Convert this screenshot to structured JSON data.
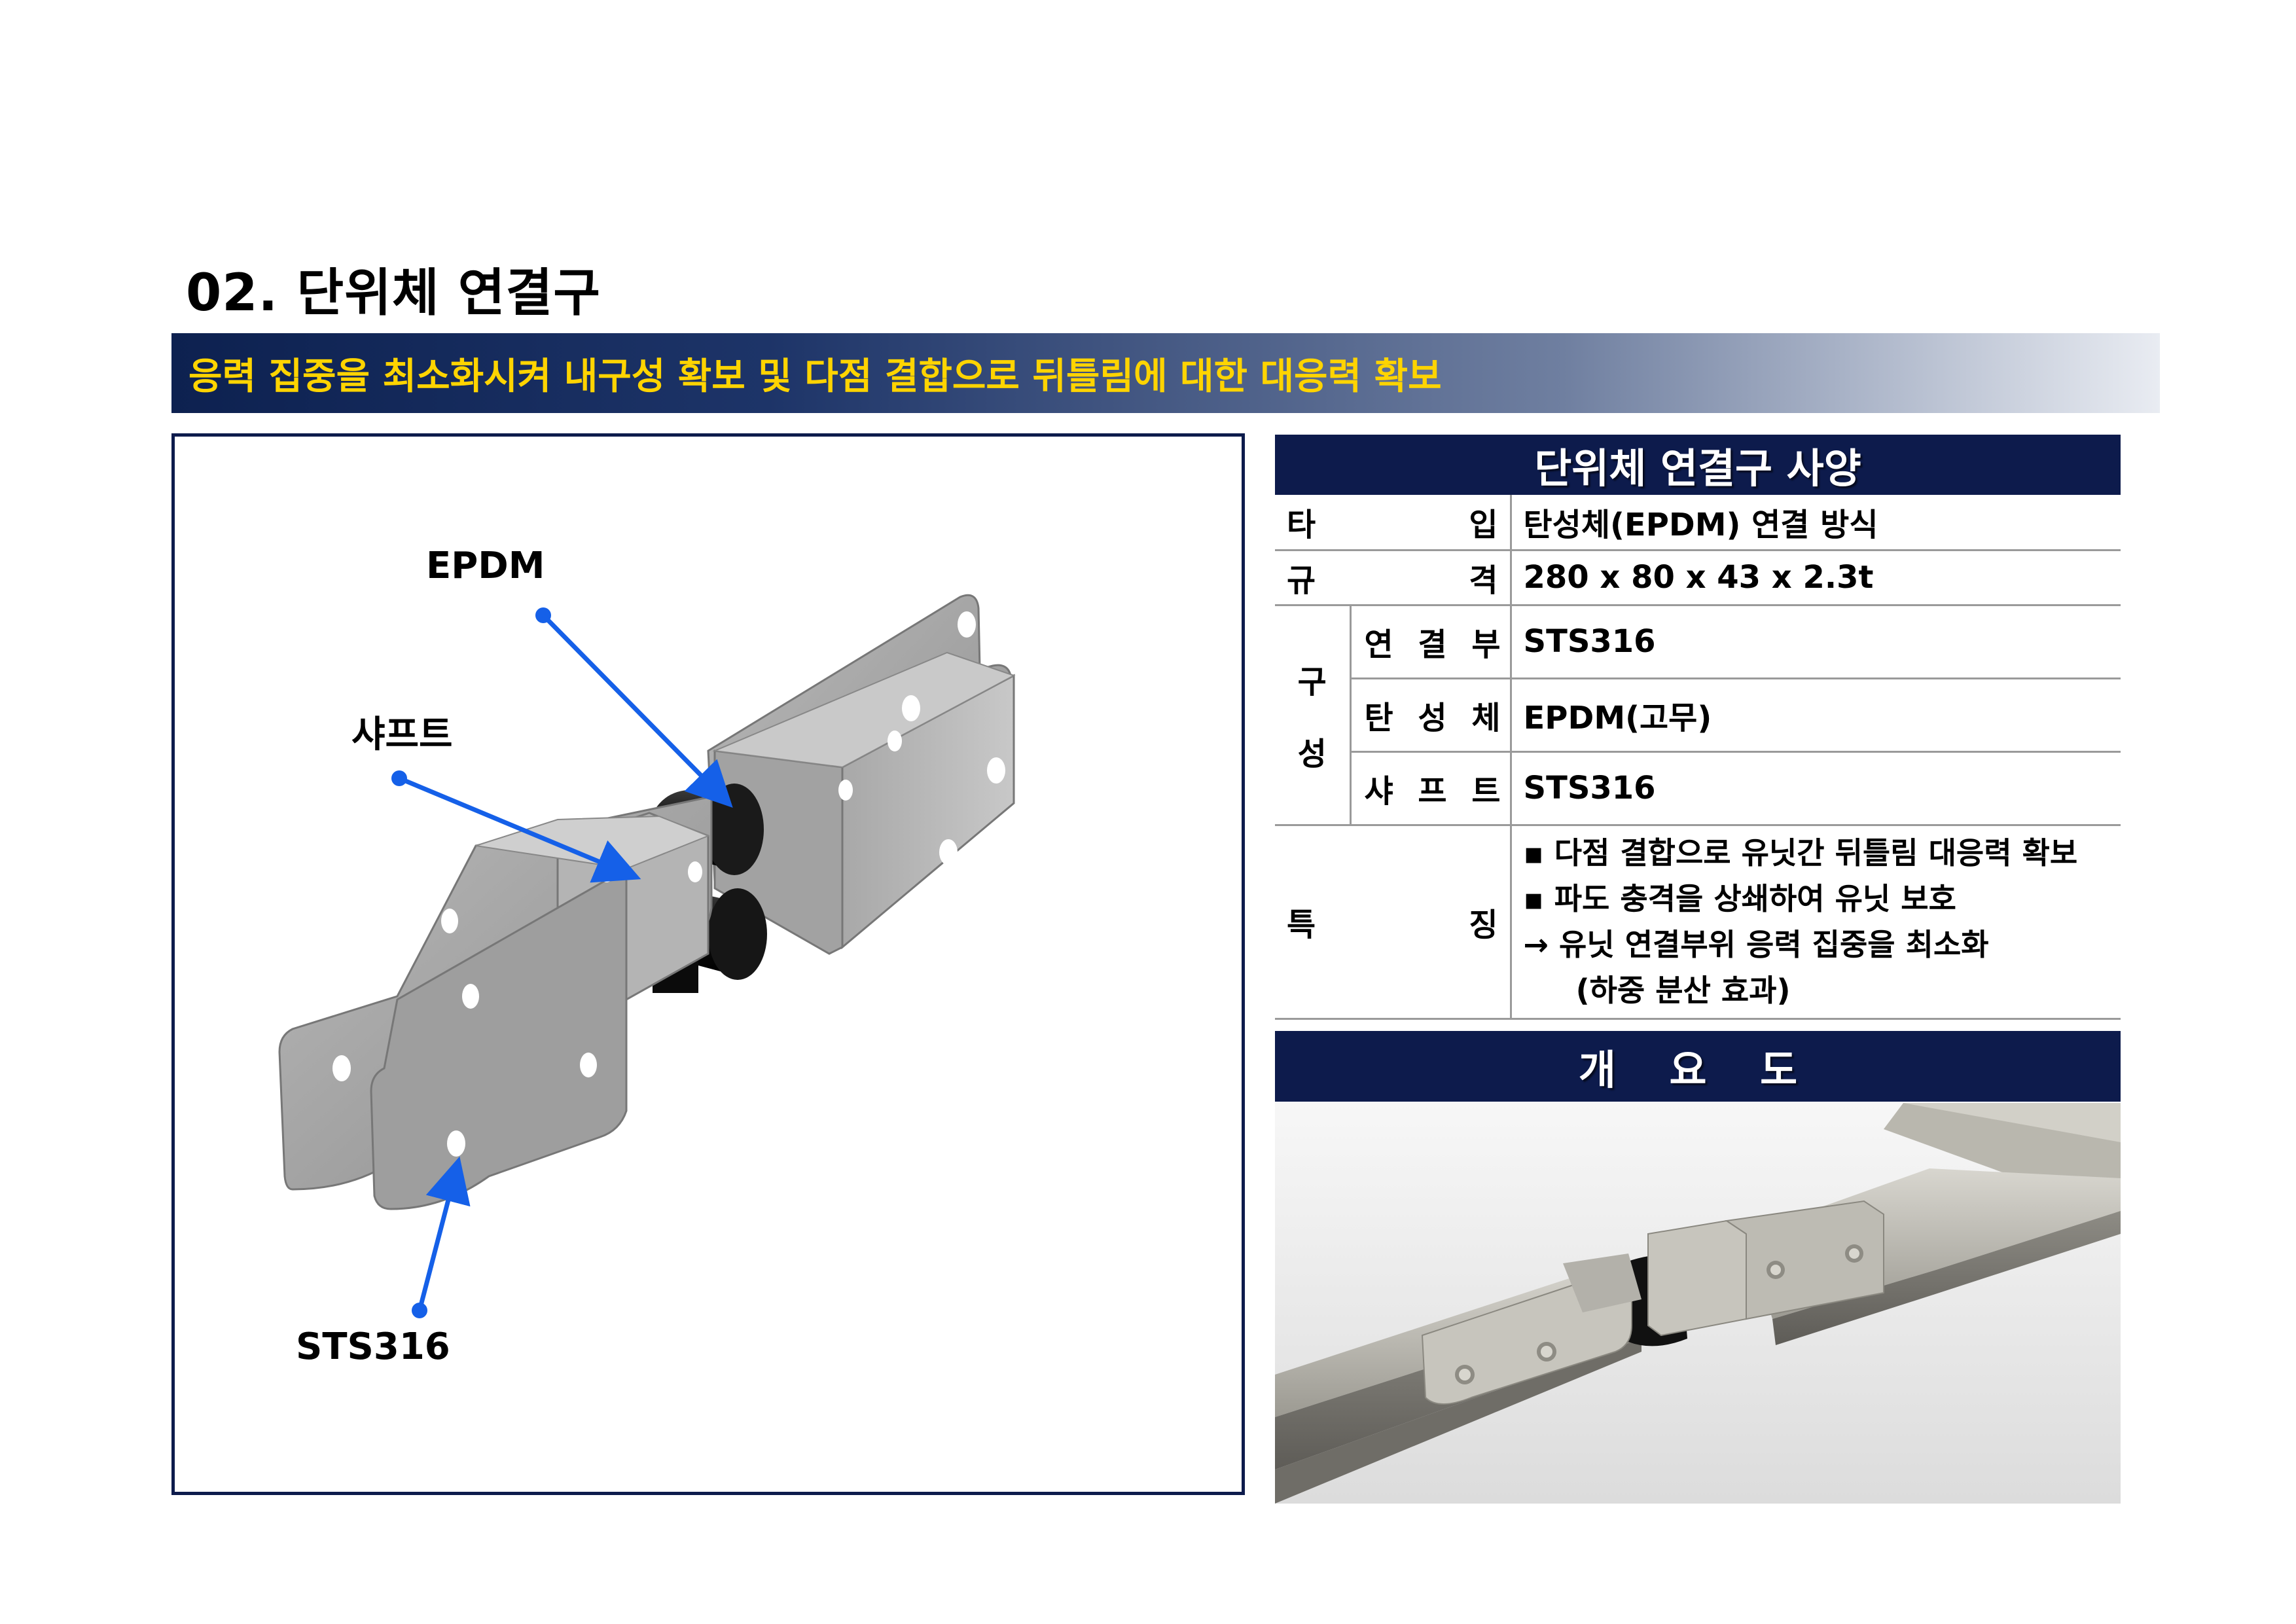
{
  "header": {
    "title": "02. 단위체 연결구",
    "subtitle": "응력 집중을 최소화시켜 내구성 확보 및 다점 결합으로 뒤틀림에 대한 대응력 확보"
  },
  "product_figure": {
    "callouts": {
      "epdm": "EPDM",
      "shaft": "샤프트",
      "sts": "STS316"
    },
    "arrow_color": "#1560e8"
  },
  "spec": {
    "header": "단위체 연결구 사양",
    "type_label": [
      "타",
      "입"
    ],
    "type_value": "탄성체(EPDM) 연결 방식",
    "size_label": [
      "규",
      "격"
    ],
    "size_value": "280 x 80 x 43 x 2.3t",
    "composition_label": [
      "구",
      "성"
    ],
    "composition": [
      {
        "label": [
          "연",
          "결",
          "부"
        ],
        "value": "STS316"
      },
      {
        "label": [
          "탄",
          "성",
          "체"
        ],
        "value": "EPDM(고무)"
      },
      {
        "label": [
          "샤",
          "프",
          "트"
        ],
        "value": "STS316"
      }
    ],
    "feature_label": [
      "특",
      "징"
    ],
    "features": [
      "▪  다점 결합으로 유닛간 뒤틀림 대응력 확보",
      "▪  파도 충격을 상쇄하여 유닛 보호",
      "→ 유닛 연결부위 응력 집중을 최소화",
      "     (하중 분산 효과)"
    ]
  },
  "overview": {
    "header": "개 요 도"
  },
  "colors": {
    "navy": "#0d1b4c",
    "subtitle_text": "#ffd400"
  }
}
